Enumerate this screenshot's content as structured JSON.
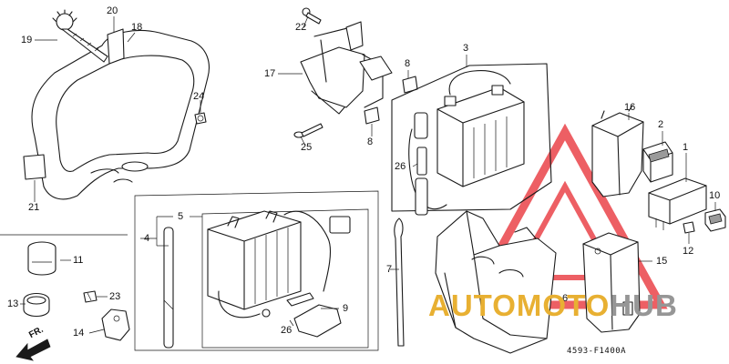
{
  "diagram": {
    "part_labels": {
      "p1": "1",
      "p2": "2",
      "p3": "3",
      "p4": "4",
      "p5": "5",
      "p6": "6",
      "p7": "7",
      "p8a": "8",
      "p8b": "8",
      "p9": "9",
      "p10": "10",
      "p11": "11",
      "p12": "12",
      "p13": "13",
      "p14": "14",
      "p15": "15",
      "p16": "16",
      "p17": "17",
      "p18": "18",
      "p19": "19",
      "p20": "20",
      "p21": "21",
      "p22": "22",
      "p23": "23",
      "p24": "24",
      "p25": "25",
      "p26a": "26",
      "p26b": "26"
    },
    "direction_label": "FR.",
    "document_code": "4593-F1400A"
  },
  "watermark": {
    "parts": [
      "AUTO",
      "MOTO",
      "HUB"
    ],
    "colors": {
      "triangle": "#e8373d",
      "auto": "#e8b032",
      "hub": "#969696"
    }
  }
}
